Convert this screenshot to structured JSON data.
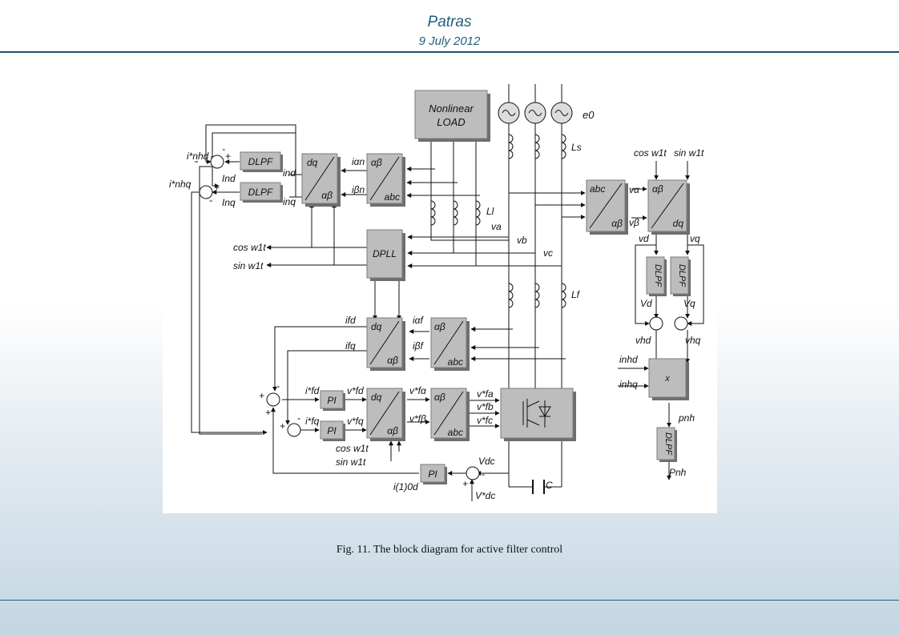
{
  "header": {
    "title": "Patras",
    "date": "9 July 2012"
  },
  "caption": "Fig. 11. The block diagram for active filter control",
  "diagram": {
    "blocks": {
      "nonlinear_load": [
        "Nonlinear",
        "LOAD"
      ],
      "dlpf": "DLPF",
      "dpll": "DPLL",
      "pi": "PI",
      "multiplier": "x",
      "dq": "dq",
      "ab": "αβ",
      "abc": "abc"
    },
    "labels": {
      "e0": "e0",
      "Ls": "Ls",
      "Ll": "Ll",
      "Lf": "Lf",
      "C": "C",
      "va": "va",
      "vb": "vb",
      "vc": "vc",
      "cos_w1t": "cos w1t",
      "sin_w1t": "sin w1t",
      "inhd_star": "i*nhd",
      "inhq_star": "i*nhq",
      "Ind": "Ind",
      "Inq": "Inq",
      "ind": "ind",
      "inq": "inq",
      "ian": "iαn",
      "ibn": "iβn",
      "ifd": "ifd",
      "ifq": "ifq",
      "iaf": "iαf",
      "ibf": "iβf",
      "ifd_star": "i*fd",
      "ifq_star": "i*fq",
      "vfd_star": "v*fd",
      "vfq_star": "v*fq",
      "vfa_star": "v*fα",
      "vfb_star": "v*fβ",
      "vfa": "v*fa",
      "vfb2": "v*fb",
      "vfc": "v*fc",
      "vdc": "Vdc",
      "vdc_star": "V*dc",
      "i0d": "i(1)0d",
      "v_alpha": "vα",
      "v_beta": "vβ",
      "vd_small": "vd",
      "vq_small": "vq",
      "Vd": "Vd",
      "Vq": "Vq",
      "vhd": "vhd",
      "vhq": "vhq",
      "inhd": "inhd",
      "inhq": "inhq",
      "pnh": "pnh",
      "Pnh": "Pnh",
      "plus": "+",
      "minus": "-"
    }
  },
  "colors": {
    "title": "#1f5f7a",
    "block": "#bdbdbd",
    "block_shadow": "#6e6e6e",
    "rule": "#1f4f6a"
  }
}
